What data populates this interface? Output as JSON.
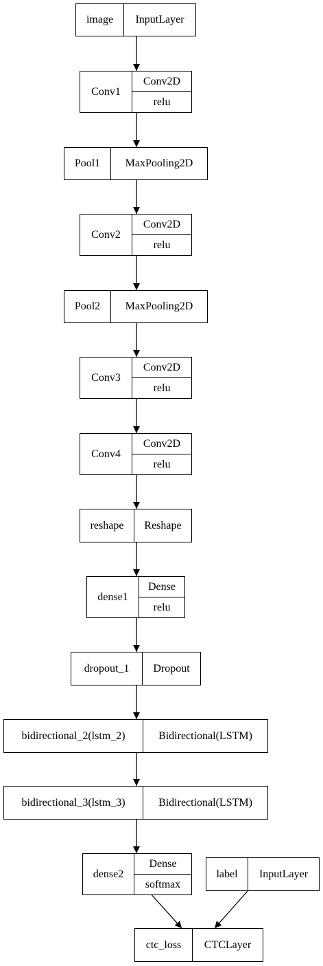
{
  "nodes": [
    {
      "id": "image",
      "name": "image",
      "type": "InputLayer",
      "activation": ""
    },
    {
      "id": "conv1",
      "name": "Conv1",
      "type": "Conv2D",
      "activation": "relu"
    },
    {
      "id": "pool1",
      "name": "Pool1",
      "type": "MaxPooling2D",
      "activation": ""
    },
    {
      "id": "conv2",
      "name": "Conv2",
      "type": "Conv2D",
      "activation": "relu"
    },
    {
      "id": "pool2",
      "name": "Pool2",
      "type": "MaxPooling2D",
      "activation": ""
    },
    {
      "id": "conv3",
      "name": "Conv3",
      "type": "Conv2D",
      "activation": "relu"
    },
    {
      "id": "conv4",
      "name": "Conv4",
      "type": "Conv2D",
      "activation": "relu"
    },
    {
      "id": "reshape",
      "name": "reshape",
      "type": "Reshape",
      "activation": ""
    },
    {
      "id": "dense1",
      "name": "dense1",
      "type": "Dense",
      "activation": "relu"
    },
    {
      "id": "dropout1",
      "name": "dropout_1",
      "type": "Dropout",
      "activation": ""
    },
    {
      "id": "bidir2",
      "name": "bidirectional_2(lstm_2)",
      "type": "Bidirectional(LSTM)",
      "activation": ""
    },
    {
      "id": "bidir3",
      "name": "bidirectional_3(lstm_3)",
      "type": "Bidirectional(LSTM)",
      "activation": ""
    },
    {
      "id": "dense2",
      "name": "dense2",
      "type": "Dense",
      "activation": "softmax"
    },
    {
      "id": "label",
      "name": "label",
      "type": "InputLayer",
      "activation": ""
    },
    {
      "id": "ctcloss",
      "name": "ctc_loss",
      "type": "CTCLayer",
      "activation": ""
    }
  ],
  "edges": [
    [
      "image",
      "conv1"
    ],
    [
      "conv1",
      "pool1"
    ],
    [
      "pool1",
      "conv2"
    ],
    [
      "conv2",
      "pool2"
    ],
    [
      "pool2",
      "conv3"
    ],
    [
      "conv3",
      "conv4"
    ],
    [
      "conv4",
      "reshape"
    ],
    [
      "reshape",
      "dense1"
    ],
    [
      "dense1",
      "dropout1"
    ],
    [
      "dropout1",
      "bidir2"
    ],
    [
      "bidir2",
      "bidir3"
    ],
    [
      "bidir3",
      "dense2"
    ],
    [
      "dense2",
      "ctcloss"
    ],
    [
      "label",
      "ctcloss"
    ]
  ]
}
